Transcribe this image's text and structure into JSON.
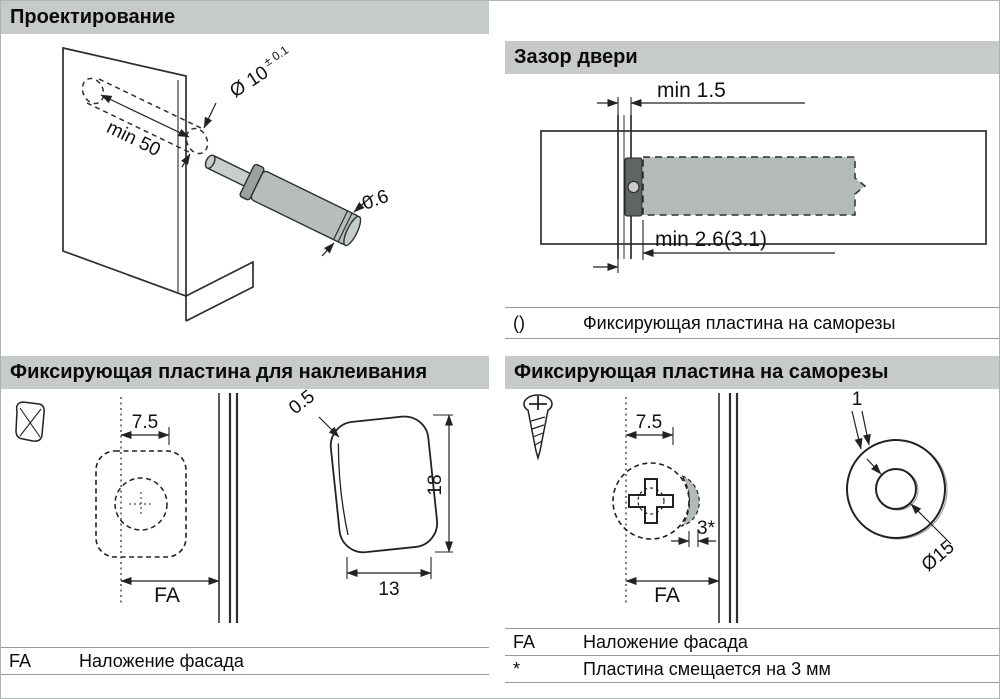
{
  "page": {
    "title": "Проектирование"
  },
  "projection": {
    "depth": "min 50",
    "diameter": "Ø 10",
    "tolerance": "± 0.1",
    "ring": "0.6"
  },
  "door_gap": {
    "title": "Зазор двери",
    "dim_top": "min 1.5",
    "dim_bottom": "min 2.6(3.1)",
    "legend": [
      {
        "key": "()",
        "value": "Фиксирующая пластина на саморезы"
      }
    ]
  },
  "glue_plate": {
    "title": "Фиксирующая пластина для наклеивания",
    "dim_offset": "7.5",
    "dim_fa": "FA",
    "dim_thickness": "0.5",
    "dim_height": "18",
    "dim_width": "13",
    "legend": [
      {
        "key": "FA",
        "value": "Наложение фасада"
      }
    ]
  },
  "screw_plate": {
    "title": "Фиксирующая пластина на саморезы",
    "dim_offset": "7.5",
    "dim_shift": "3*",
    "dim_fa": "FA",
    "dim_thickness": "1",
    "dim_diameter": "Ø15",
    "legend": [
      {
        "key": "FA",
        "value": "Наложение фасада"
      },
      {
        "key": "*",
        "value": "Пластина смещается на 3 мм"
      }
    ]
  }
}
